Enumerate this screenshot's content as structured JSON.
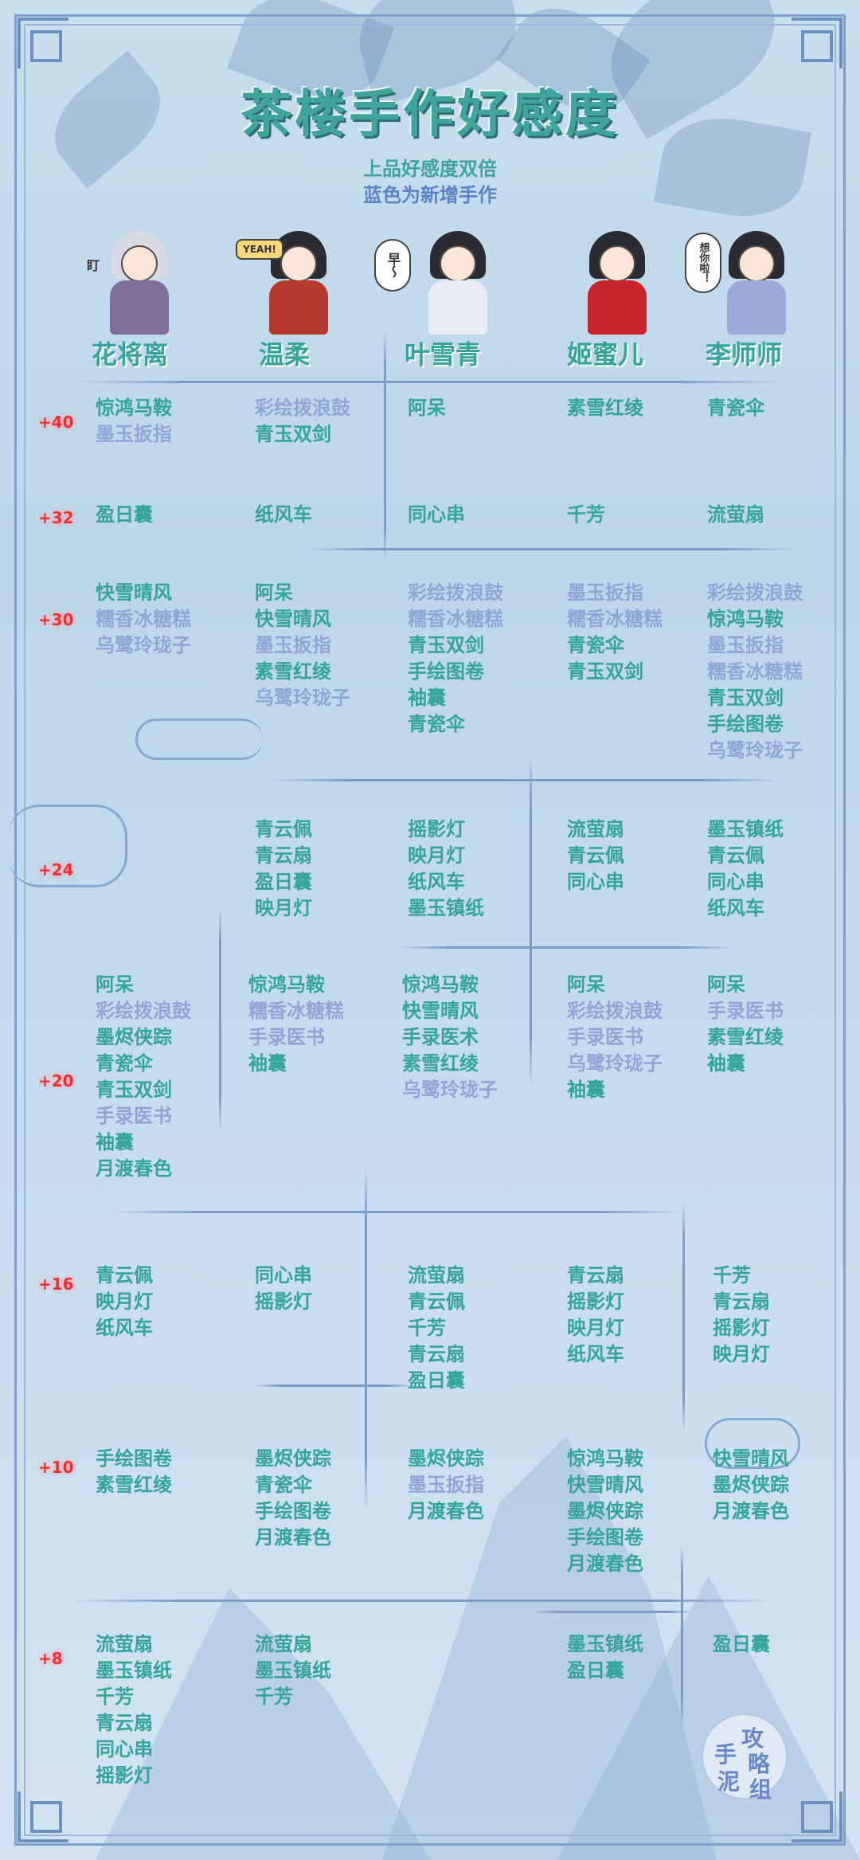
{
  "title": "茶楼手作好感度",
  "subtitle1": "上品好感度双倍",
  "subtitle2": "蓝色为新增手作",
  "bubbles": [
    "盯",
    "YEAH!",
    "早～",
    "想你啦！"
  ],
  "characters": [
    "花将离",
    "温柔",
    "叶雪青",
    "姬蜜儿",
    "李师师"
  ],
  "rows": [
    {
      "label": "+40",
      "cells": [
        [
          {
            "t": "惊鸿马鞍",
            "c": "teal"
          },
          {
            "t": "墨玉扳指",
            "c": "blue"
          }
        ],
        [
          {
            "t": "彩绘拨浪鼓",
            "c": "blue"
          },
          {
            "t": "青玉双剑",
            "c": "teal"
          }
        ],
        [
          {
            "t": "阿呆",
            "c": "teal"
          }
        ],
        [
          {
            "t": "素雪红绫",
            "c": "teal"
          }
        ],
        [
          {
            "t": "青瓷伞",
            "c": "teal"
          }
        ]
      ]
    },
    {
      "label": "+32",
      "cells": [
        [
          {
            "t": "盈日囊",
            "c": "teal"
          }
        ],
        [
          {
            "t": "纸风车",
            "c": "teal"
          }
        ],
        [
          {
            "t": "同心串",
            "c": "teal"
          }
        ],
        [
          {
            "t": "千芳",
            "c": "teal"
          }
        ],
        [
          {
            "t": "流萤扇",
            "c": "teal"
          }
        ]
      ]
    },
    {
      "label": "+30",
      "cells": [
        [
          {
            "t": "快雪晴风",
            "c": "teal"
          },
          {
            "t": "糯香冰糖糕",
            "c": "blue"
          },
          {
            "t": "乌鹭玲珑子",
            "c": "blue"
          }
        ],
        [
          {
            "t": "阿呆",
            "c": "teal"
          },
          {
            "t": "快雪晴风",
            "c": "teal"
          },
          {
            "t": "墨玉扳指",
            "c": "blue"
          },
          {
            "t": "素雪红绫",
            "c": "teal"
          },
          {
            "t": "乌鹭玲珑子",
            "c": "blue"
          }
        ],
        [
          {
            "t": "彩绘拨浪鼓",
            "c": "blue"
          },
          {
            "t": "糯香冰糖糕",
            "c": "blue"
          },
          {
            "t": "青玉双剑",
            "c": "teal"
          },
          {
            "t": "手绘图卷",
            "c": "teal"
          },
          {
            "t": "袖囊",
            "c": "teal"
          },
          {
            "t": "青瓷伞",
            "c": "teal"
          }
        ],
        [
          {
            "t": "墨玉扳指",
            "c": "blue"
          },
          {
            "t": "糯香冰糖糕",
            "c": "blue"
          },
          {
            "t": "青瓷伞",
            "c": "teal"
          },
          {
            "t": "青玉双剑",
            "c": "teal"
          }
        ],
        [
          {
            "t": "彩绘拨浪鼓",
            "c": "blue"
          },
          {
            "t": "惊鸿马鞍",
            "c": "teal"
          },
          {
            "t": "墨玉扳指",
            "c": "blue"
          },
          {
            "t": "糯香冰糖糕",
            "c": "blue"
          },
          {
            "t": "青玉双剑",
            "c": "teal"
          },
          {
            "t": "手绘图卷",
            "c": "teal"
          },
          {
            "t": "乌鹭玲珑子",
            "c": "blue"
          }
        ]
      ]
    },
    {
      "label": "+24",
      "cells": [
        [],
        [
          {
            "t": "青云佩",
            "c": "teal"
          },
          {
            "t": "青云扇",
            "c": "teal"
          },
          {
            "t": "盈日囊",
            "c": "teal"
          },
          {
            "t": "映月灯",
            "c": "teal"
          }
        ],
        [
          {
            "t": "摇影灯",
            "c": "teal"
          },
          {
            "t": "映月灯",
            "c": "teal"
          },
          {
            "t": "纸风车",
            "c": "teal"
          },
          {
            "t": "墨玉镇纸",
            "c": "teal"
          }
        ],
        [
          {
            "t": "流萤扇",
            "c": "teal"
          },
          {
            "t": "青云佩",
            "c": "teal"
          },
          {
            "t": "同心串",
            "c": "teal"
          }
        ],
        [
          {
            "t": "墨玉镇纸",
            "c": "teal"
          },
          {
            "t": "青云佩",
            "c": "teal"
          },
          {
            "t": "同心串",
            "c": "teal"
          },
          {
            "t": "纸风车",
            "c": "teal"
          }
        ]
      ]
    },
    {
      "label": "+20",
      "cells": [
        [
          {
            "t": "阿呆",
            "c": "teal"
          },
          {
            "t": "彩绘拨浪鼓",
            "c": "blue"
          },
          {
            "t": "墨烬侠踪",
            "c": "teal"
          },
          {
            "t": "青瓷伞",
            "c": "teal"
          },
          {
            "t": "青玉双剑",
            "c": "teal"
          },
          {
            "t": "手录医书",
            "c": "blue"
          },
          {
            "t": "袖囊",
            "c": "teal"
          },
          {
            "t": "月渡春色",
            "c": "teal"
          }
        ],
        [
          {
            "t": "惊鸿马鞍",
            "c": "teal"
          },
          {
            "t": "糯香冰糖糕",
            "c": "blue"
          },
          {
            "t": "手录医书",
            "c": "blue"
          },
          {
            "t": "袖囊",
            "c": "teal"
          }
        ],
        [
          {
            "t": "惊鸿马鞍",
            "c": "teal"
          },
          {
            "t": "快雪晴风",
            "c": "teal"
          },
          {
            "t": "手录医术",
            "c": "teal"
          },
          {
            "t": "素雪红绫",
            "c": "teal"
          },
          {
            "t": "乌鹭玲珑子",
            "c": "blue"
          }
        ],
        [
          {
            "t": "阿呆",
            "c": "teal"
          },
          {
            "t": "彩绘拨浪鼓",
            "c": "blue"
          },
          {
            "t": "手录医书",
            "c": "blue"
          },
          {
            "t": "乌鹭玲珑子",
            "c": "blue"
          },
          {
            "t": "袖囊",
            "c": "teal"
          }
        ],
        [
          {
            "t": "阿呆",
            "c": "teal"
          },
          {
            "t": "手录医书",
            "c": "blue"
          },
          {
            "t": "素雪红绫",
            "c": "teal"
          },
          {
            "t": "袖囊",
            "c": "teal"
          }
        ]
      ]
    },
    {
      "label": "+16",
      "cells": [
        [
          {
            "t": "青云佩",
            "c": "teal"
          },
          {
            "t": "映月灯",
            "c": "teal"
          },
          {
            "t": "纸风车",
            "c": "teal"
          }
        ],
        [
          {
            "t": "同心串",
            "c": "teal"
          },
          {
            "t": "摇影灯",
            "c": "teal"
          }
        ],
        [
          {
            "t": "流萤扇",
            "c": "teal"
          },
          {
            "t": "青云佩",
            "c": "teal"
          },
          {
            "t": "千芳",
            "c": "teal"
          },
          {
            "t": "青云扇",
            "c": "teal"
          },
          {
            "t": "盈日囊",
            "c": "teal"
          }
        ],
        [
          {
            "t": "青云扇",
            "c": "teal"
          },
          {
            "t": "摇影灯",
            "c": "teal"
          },
          {
            "t": "映月灯",
            "c": "teal"
          },
          {
            "t": "纸风车",
            "c": "teal"
          }
        ],
        [
          {
            "t": "千芳",
            "c": "teal"
          },
          {
            "t": "青云扇",
            "c": "teal"
          },
          {
            "t": "摇影灯",
            "c": "teal"
          },
          {
            "t": "映月灯",
            "c": "teal"
          }
        ]
      ]
    },
    {
      "label": "+10",
      "cells": [
        [
          {
            "t": "手绘图卷",
            "c": "teal"
          },
          {
            "t": "素雪红绫",
            "c": "teal"
          }
        ],
        [
          {
            "t": "墨烬侠踪",
            "c": "teal"
          },
          {
            "t": "青瓷伞",
            "c": "teal"
          },
          {
            "t": "手绘图卷",
            "c": "teal"
          },
          {
            "t": "月渡春色",
            "c": "teal"
          }
        ],
        [
          {
            "t": "墨烬侠踪",
            "c": "teal"
          },
          {
            "t": "墨玉扳指",
            "c": "blue"
          },
          {
            "t": "月渡春色",
            "c": "teal"
          }
        ],
        [
          {
            "t": "惊鸿马鞍",
            "c": "teal"
          },
          {
            "t": "快雪晴风",
            "c": "teal"
          },
          {
            "t": "墨烬侠踪",
            "c": "teal"
          },
          {
            "t": "手绘图卷",
            "c": "teal"
          },
          {
            "t": "月渡春色",
            "c": "teal"
          }
        ],
        [
          {
            "t": "快雪晴风",
            "c": "teal"
          },
          {
            "t": "墨烬侠踪",
            "c": "teal"
          },
          {
            "t": "月渡春色",
            "c": "teal"
          }
        ]
      ]
    },
    {
      "label": "+8",
      "cells": [
        [
          {
            "t": "流萤扇",
            "c": "teal"
          },
          {
            "t": "墨玉镇纸",
            "c": "teal"
          },
          {
            "t": "千芳",
            "c": "teal"
          },
          {
            "t": "青云扇",
            "c": "teal"
          },
          {
            "t": "同心串",
            "c": "teal"
          },
          {
            "t": "摇影灯",
            "c": "teal"
          }
        ],
        [
          {
            "t": "流萤扇",
            "c": "teal"
          },
          {
            "t": "墨玉镇纸",
            "c": "teal"
          },
          {
            "t": "千芳",
            "c": "teal"
          }
        ],
        [],
        [
          {
            "t": "墨玉镇纸",
            "c": "teal"
          },
          {
            "t": "盈日囊",
            "c": "teal"
          }
        ],
        [
          {
            "t": "盈日囊",
            "c": "teal"
          }
        ]
      ]
    }
  ],
  "seal": [
    "攻",
    "略",
    "手",
    "泥",
    "组"
  ],
  "colors": {
    "teal": "#33a59b",
    "blue": "#8fa5d6",
    "label": "#e8323a"
  }
}
